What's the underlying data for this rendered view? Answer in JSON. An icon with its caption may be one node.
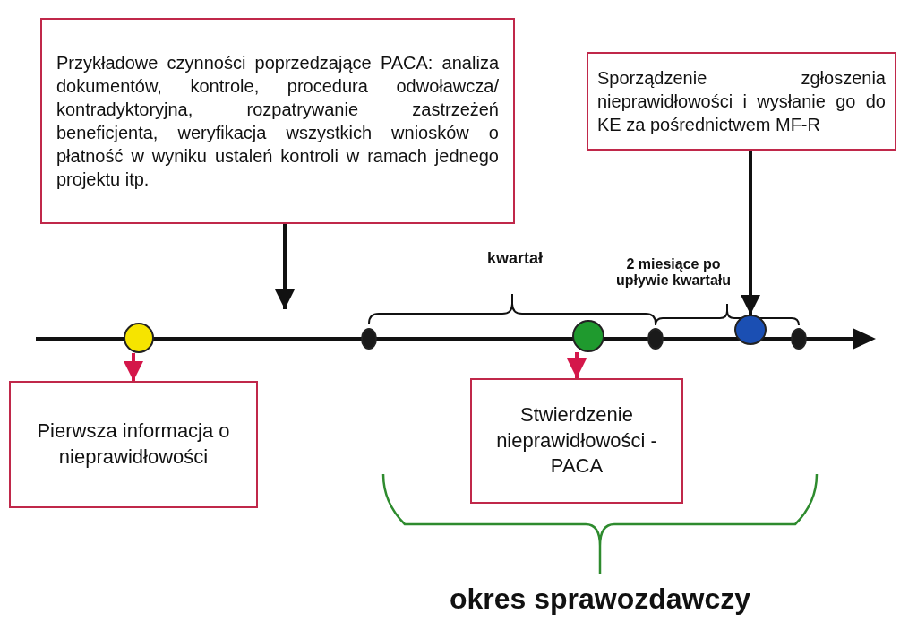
{
  "diagram": {
    "nodes": [
      {
        "text": [
          "Przykładowe czynności poprzedzające PACA: analiza dokumentów, kontrole, procedura odwoławcza/ kontradyktoryjna, rozpatrywanie zastrzeżeń beneficjenta, weryfikacja wszystkich wniosków o płatność w wyniku ustaleń kontroli w ramach jednego projektu itp."
        ]
      },
      {
        "text": [
          "Sporządzenie zgłoszenia nieprawidłowości i wysłanie go do KE za pośrednictwem MF-R"
        ]
      },
      {
        "text": [],
        "shape": "circle"
      },
      {
        "text": [],
        "shape": "circle"
      },
      {
        "text": [],
        "shape": "circle"
      },
      {
        "text": [],
        "shape": "circle"
      },
      {
        "text": [],
        "shape": "circle"
      },
      {
        "text": [],
        "shape": "circle"
      },
      {
        "text": [
          "Pierwsza informacja o nieprawidłowości"
        ]
      },
      {
        "text": [
          "Stwierdzenie nieprawidłowości - PACA"
        ]
      }
    ],
    "edges": [
      {
        "from": 0,
        "to": null,
        "arrow": "to",
        "color": "#111111"
      },
      {
        "from": 1,
        "to": 6,
        "arrow": "to",
        "color": "#111111"
      },
      {
        "from": 2,
        "to": 8,
        "arrow": "to",
        "color": "#d4174a"
      },
      {
        "from": 4,
        "to": 9,
        "arrow": "to",
        "color": "#d4174a"
      }
    ],
    "labels": [
      "kwartał",
      "2 miesiące po upływie kwartału",
      "okres sprawozdawczy"
    ]
  }
}
